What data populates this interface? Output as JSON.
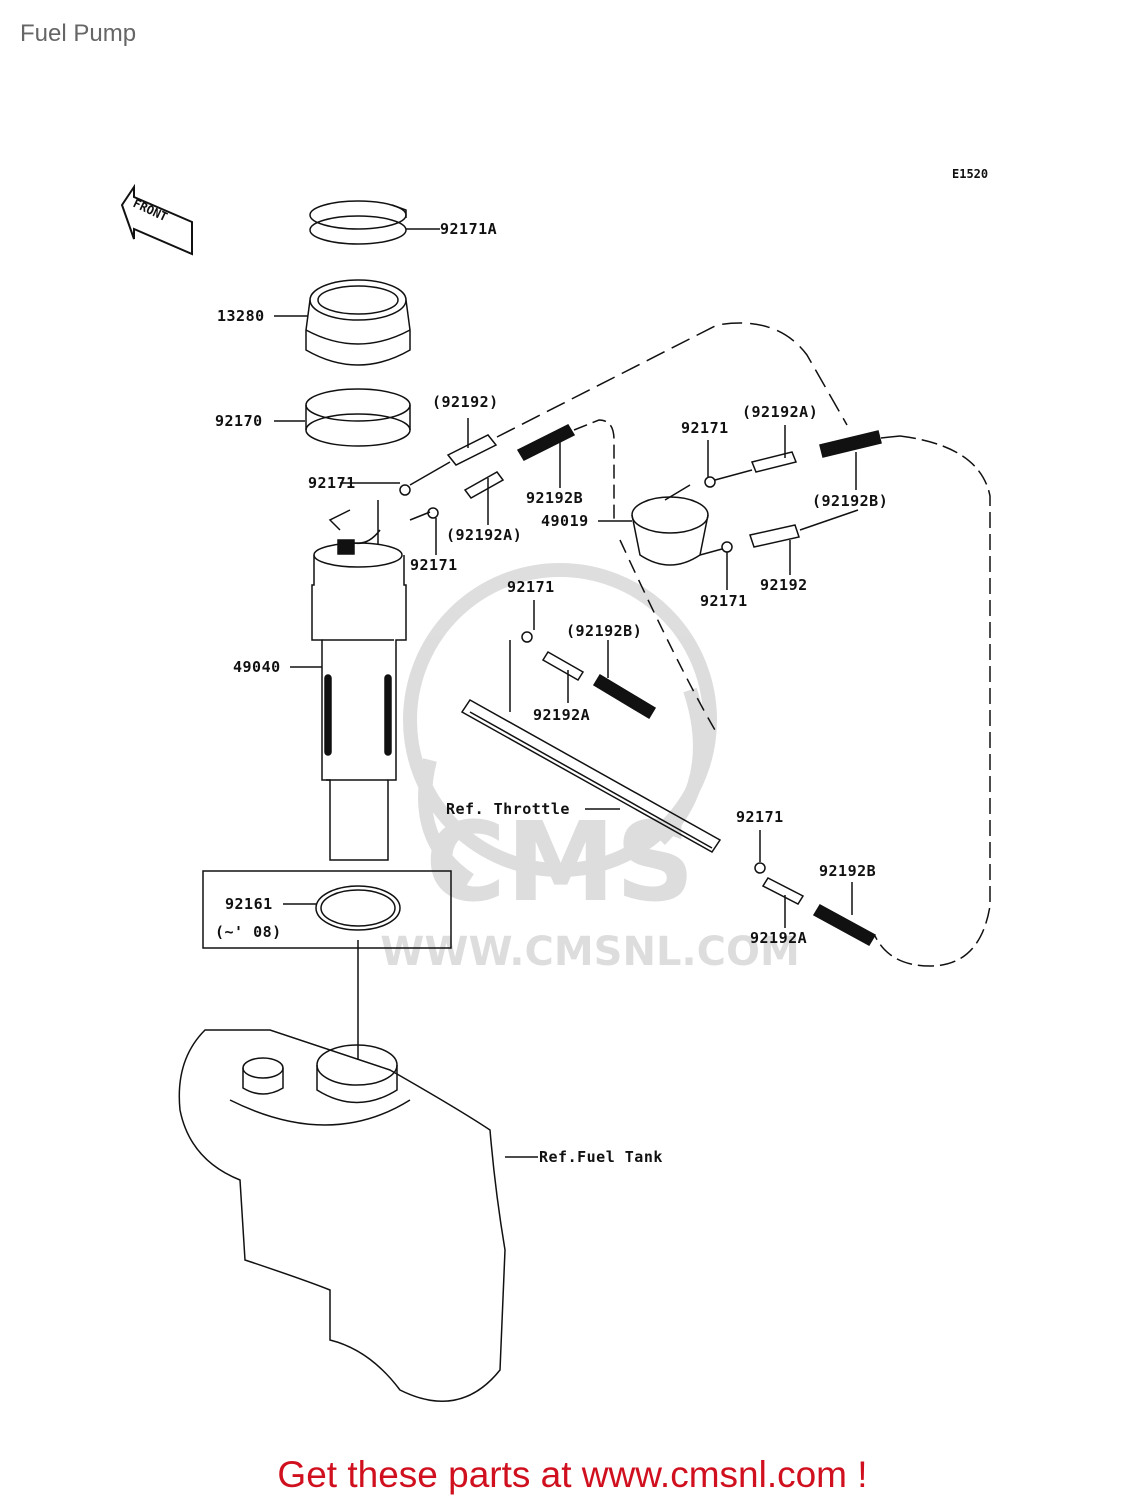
{
  "page_title": "Fuel Pump",
  "diagram_code": "E1520",
  "front_marker": "FRONT",
  "watermark": "WWW.CMSNL.COM",
  "labels": {
    "clamp_top": "92171A",
    "cover": "13280",
    "clamp_lower": "92170",
    "hose_paren_1": "(92192)",
    "clip_left_1": "92171",
    "spring_left": "92192B",
    "filter": "49019",
    "hose_paren_a_left": "(92192A)",
    "clip_left_2": "92171",
    "clip_right_1": "92171",
    "hose_paren_a_right": "(92192A)",
    "spring_paren_right": "(92192B)",
    "hose_right": "92192",
    "clip_right_2": "92171",
    "clip_mid": "92171",
    "spring_paren_mid": "(92192B)",
    "hose_mid": "92192A",
    "pump": "49040",
    "ref_throttle": "Ref. Throttle",
    "clip_throttle": "92171",
    "spring_throttle": "92192B",
    "hose_throttle": "92192A",
    "gasket": "92161",
    "gasket_note": "(~' 08)",
    "ref_fuel_tank": "Ref.Fuel Tank"
  },
  "cta": "Get these parts at www.cmsnl.com !"
}
